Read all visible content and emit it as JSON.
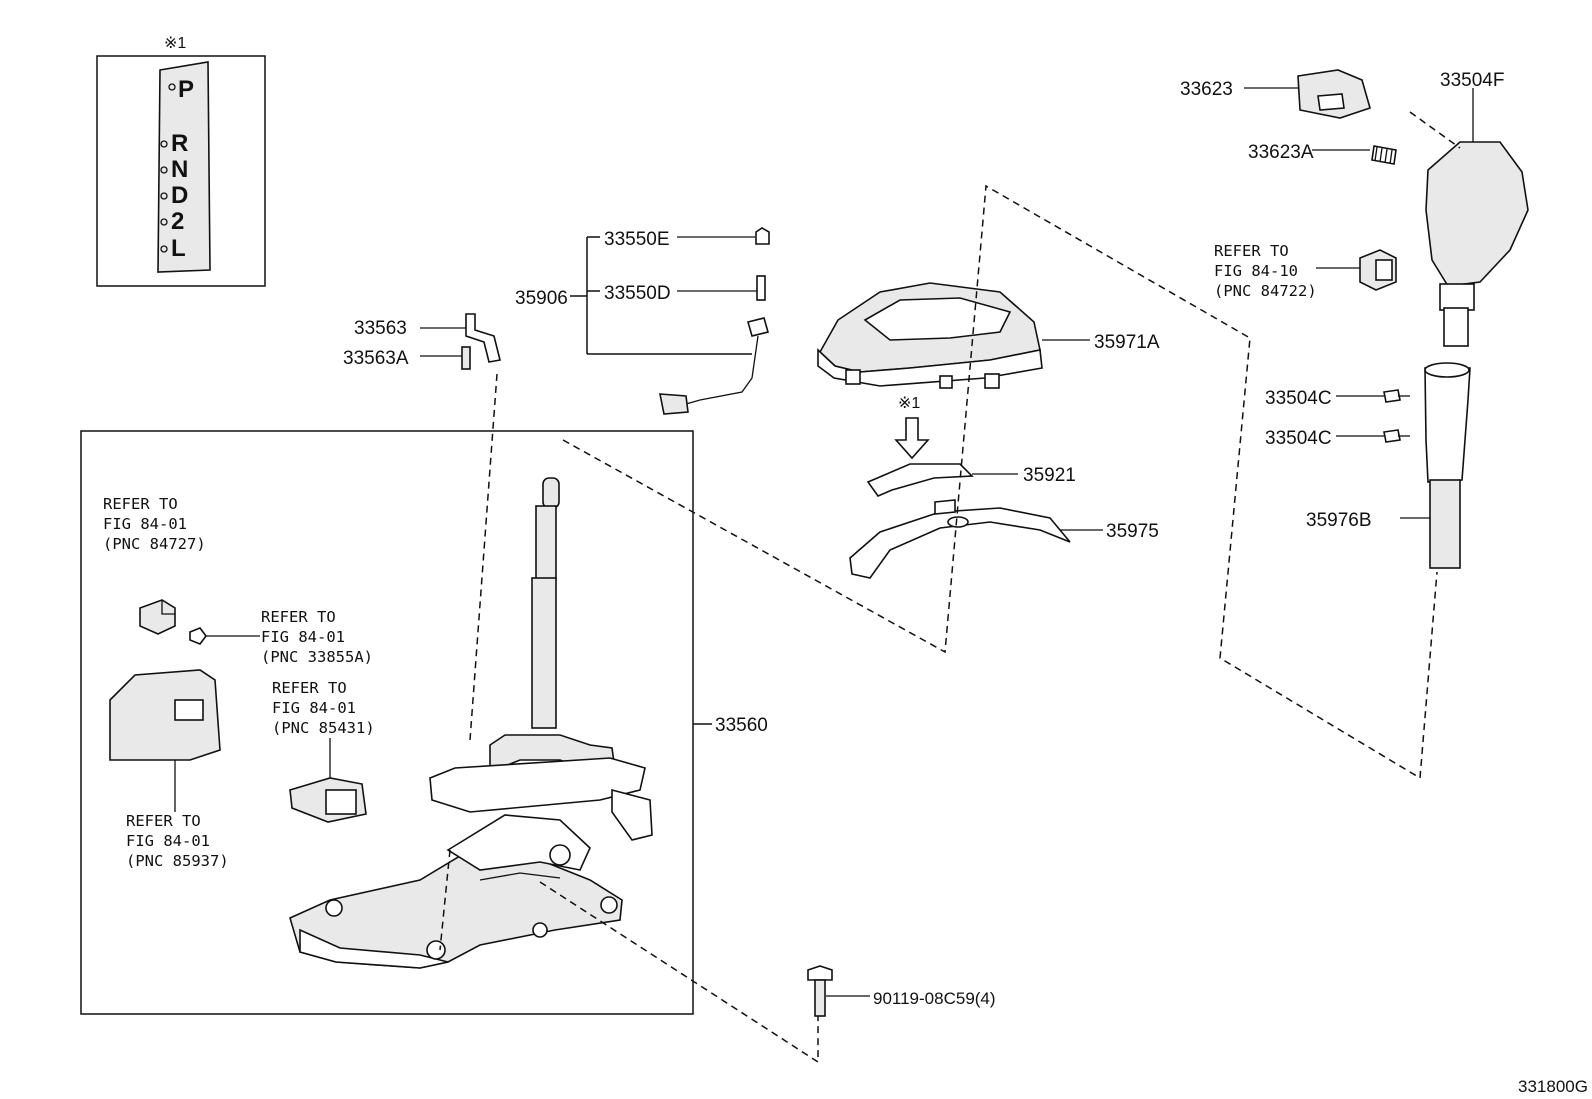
{
  "figure_id": "331800G",
  "note_symbol": "※1",
  "gear_positions": [
    "P",
    "R",
    "N",
    "D",
    "2",
    "L"
  ],
  "parts": {
    "p33623": "33623",
    "p33623A": "33623A",
    "p33504F": "33504F",
    "p33550E": "33550E",
    "p35906": "35906",
    "p33550D": "33550D",
    "p33563": "33563",
    "p33563A": "33563A",
    "p35971A": "35971A",
    "p35921": "35921",
    "p35975": "35975",
    "p33504C_1": "33504C",
    "p33504C_2": "33504C",
    "p35976B": "35976B",
    "p33560": "33560",
    "p90119": "90119-08C59(4)"
  },
  "refs": {
    "r84722": [
      "REFER TO",
      "FIG 84-10",
      "(PNC 84722)"
    ],
    "r84727": [
      "REFER TO",
      "FIG 84-01",
      "(PNC 84727)"
    ],
    "r33855A": [
      "REFER TO",
      "FIG 84-01",
      "(PNC 33855A)"
    ],
    "r85431": [
      "REFER TO",
      "FIG 84-01",
      "(PNC 85431)"
    ],
    "r85937": [
      "REFER TO",
      "FIG 84-01",
      "(PNC 85937)"
    ]
  }
}
